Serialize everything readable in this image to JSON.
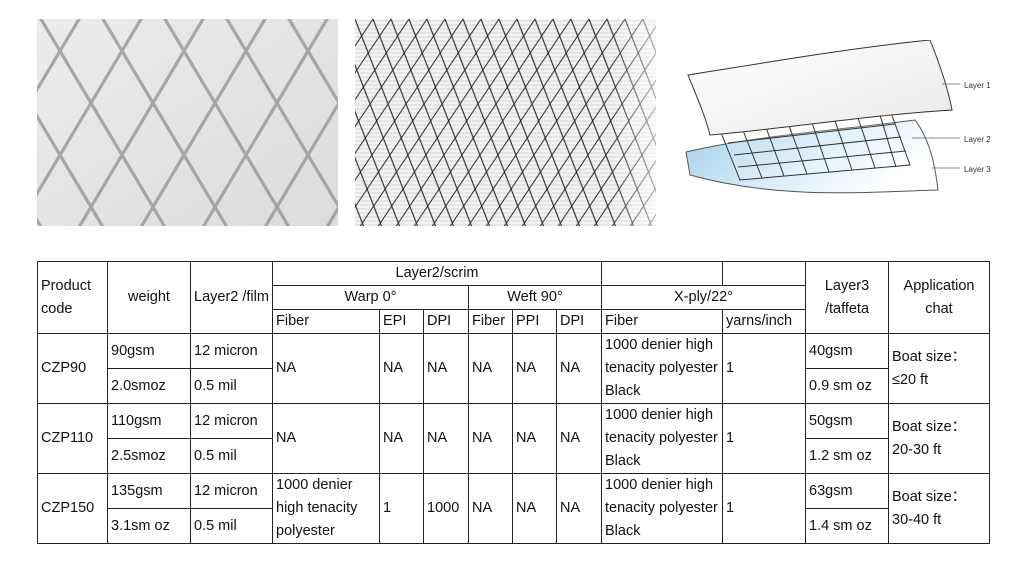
{
  "diagram": {
    "layer1": "Layer 1",
    "layer2": "Layer 2",
    "layer3": "Layer 3"
  },
  "table": {
    "headers": {
      "product_code": "Product code",
      "weight": "weight",
      "layer2_film": "Layer2 /film",
      "layer2_scrim": "Layer2/scrim",
      "warp": "Warp 0°",
      "weft": "Weft 90°",
      "xply": "X-ply/22°",
      "layer3": "Layer3 /taffeta",
      "application": "Application chat",
      "fiber": "Fiber",
      "epi": "EPI",
      "dpi": "DPI",
      "ppi": "PPI",
      "yarns": "yarns/inch"
    },
    "rows": [
      {
        "code": "CZP90",
        "weight_gsm": "90gsm",
        "weight_oz": "2.0smoz",
        "film_micron": "12 micron",
        "film_mil": "0.5 mil",
        "warp_fiber": "NA",
        "warp_epi": "NA",
        "warp_dpi": "NA",
        "weft_fiber": "NA",
        "weft_ppi": "NA",
        "weft_dpi": "NA",
        "xply_fiber": "1000 denier high tenacity polyester Black",
        "xply_yarns": "1",
        "taffeta_gsm": "40gsm",
        "taffeta_oz": "0.9 sm oz",
        "app": "Boat size：≤20 ft"
      },
      {
        "code": "CZP110",
        "weight_gsm": "110gsm",
        "weight_oz": "2.5smoz",
        "film_micron": "12 micron",
        "film_mil": "0.5 mil",
        "warp_fiber": "NA",
        "warp_epi": "NA",
        "warp_dpi": "NA",
        "weft_fiber": "NA",
        "weft_ppi": "NA",
        "weft_dpi": "NA",
        "xply_fiber": "1000 denier high tenacity polyester Black",
        "xply_yarns": "1",
        "taffeta_gsm": "50gsm",
        "taffeta_oz": "1.2 sm oz",
        "app": "Boat size：20-30 ft"
      },
      {
        "code": "CZP150",
        "weight_gsm": "135gsm",
        "weight_oz": "3.1sm oz",
        "film_micron": "12 micron",
        "film_mil": "0.5 mil",
        "warp_fiber": "1000 denier high tenacity polyester",
        "warp_epi": "1",
        "warp_dpi": "1000",
        "weft_fiber": "NA",
        "weft_ppi": "NA",
        "weft_dpi": "NA",
        "xply_fiber": "1000 denier high tenacity polyester Black",
        "xply_yarns": "1",
        "taffeta_gsm": "63gsm",
        "taffeta_oz": "1.4 sm oz",
        "app": "Boat size：30-40 ft"
      }
    ]
  }
}
